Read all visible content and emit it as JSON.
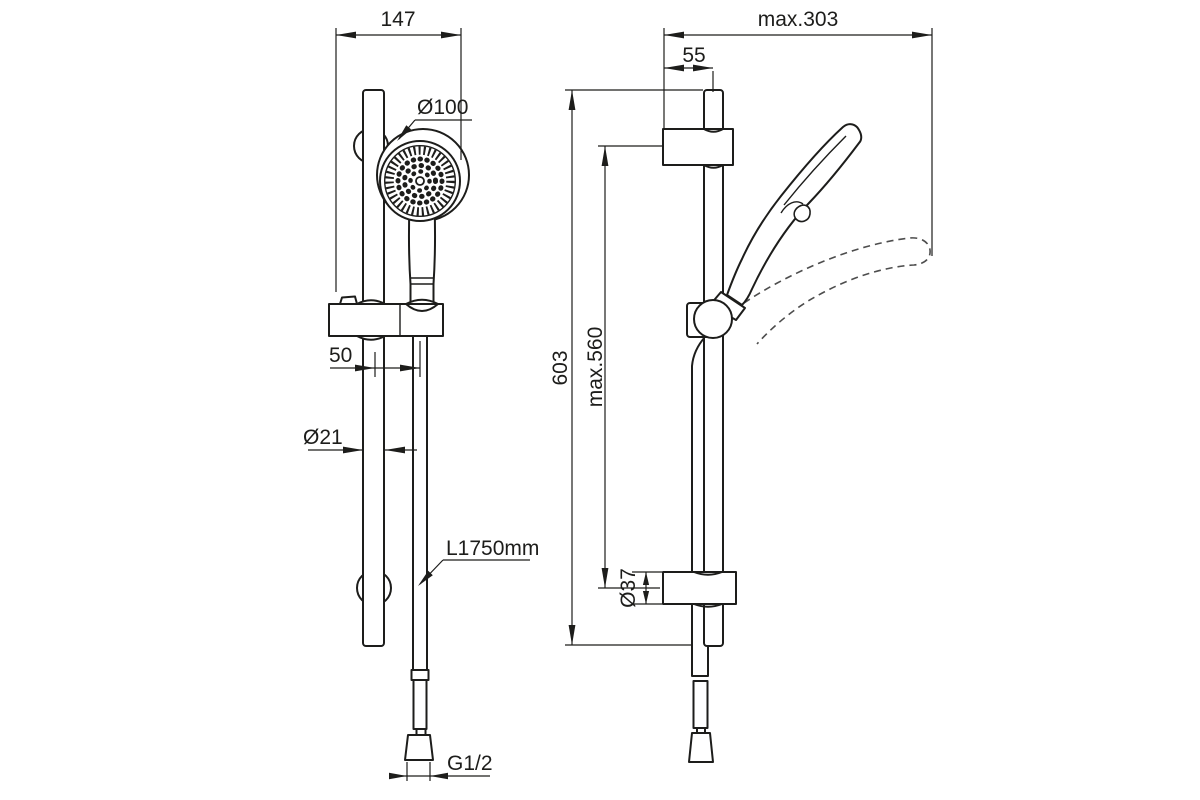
{
  "page": {
    "background_color": "#ffffff",
    "line_color": "#1d1d1b",
    "dashed_line_color": "#4d4d4d"
  },
  "drawing": {
    "type": "technical-dimension-drawing",
    "subject": "shower slide rail set with hand shower, wall brackets and hose",
    "views": [
      "front view",
      "side view"
    ]
  },
  "front_view": {
    "dim_overall_width": "147",
    "dim_head_diameter": "Ø100",
    "dim_handle_offset": "50",
    "dim_rail_diameter": "Ø21",
    "dim_hose_length": "L1750mm",
    "dim_thread": "G1/2"
  },
  "side_view": {
    "dim_max_reach": "max.303",
    "dim_wall_to_rail": "55",
    "dim_rail_length": "603",
    "dim_bracket_span": "max.560",
    "dim_bracket_diameter": "Ø37"
  }
}
